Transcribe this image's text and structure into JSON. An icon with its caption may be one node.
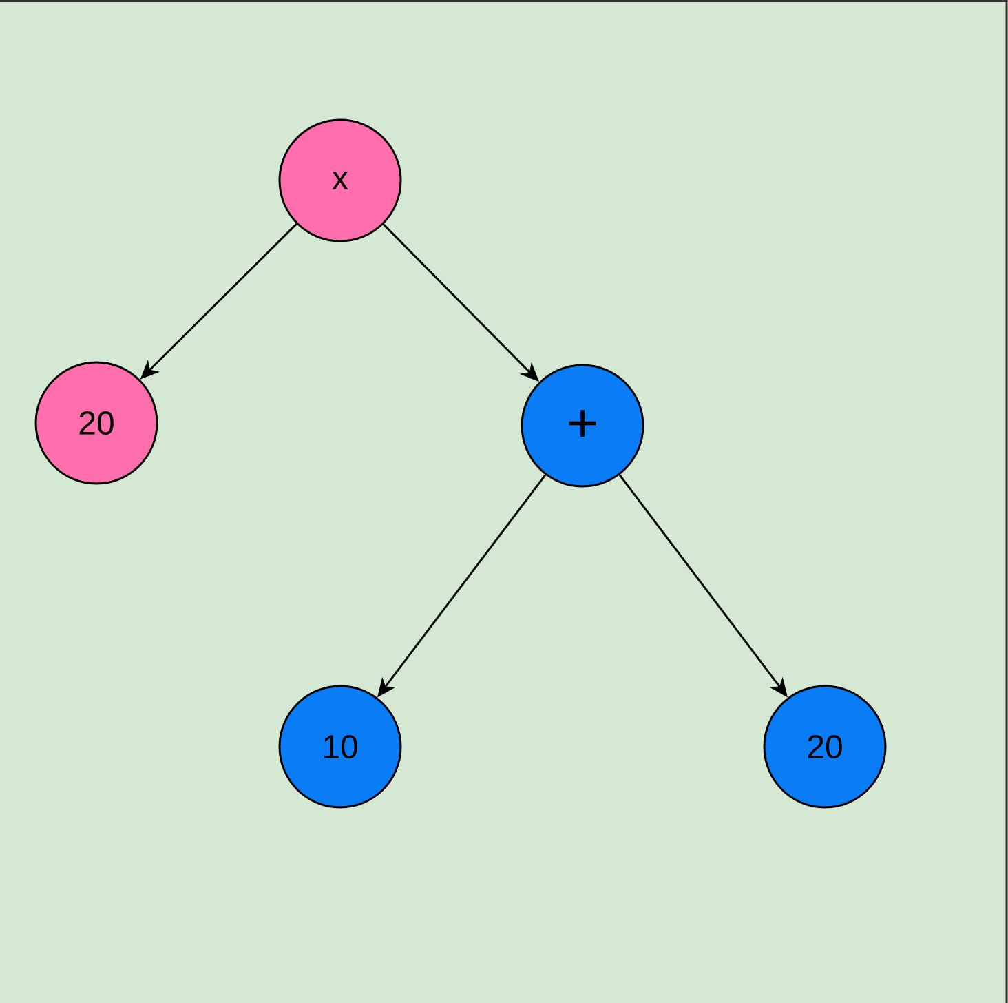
{
  "diagram": {
    "nodes": [
      {
        "text": [
          "x"
        ]
      },
      {
        "text": [
          "20"
        ]
      },
      {
        "text": [
          "+"
        ]
      },
      {
        "text": [
          "10"
        ]
      },
      {
        "text": [
          "20"
        ]
      }
    ],
    "edges": [
      {
        "from": 0,
        "to": 1,
        "arrow": "to"
      },
      {
        "from": 0,
        "to": 2,
        "arrow": "to"
      },
      {
        "from": 2,
        "to": 3,
        "arrow": "to"
      },
      {
        "from": 2,
        "to": 4,
        "arrow": "to"
      }
    ]
  }
}
